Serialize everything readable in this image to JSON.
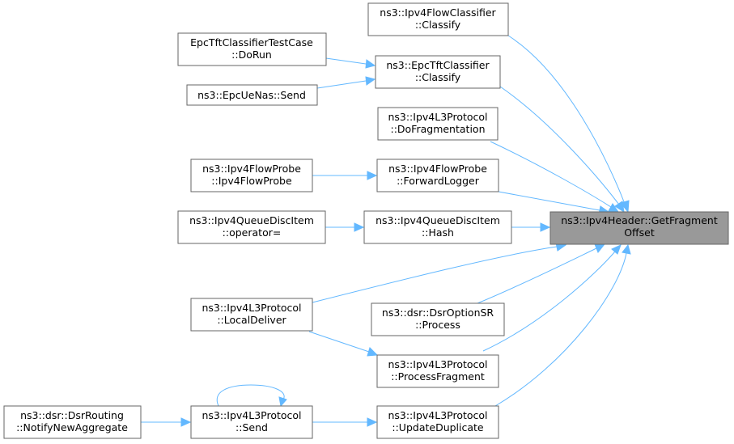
{
  "root": {
    "line1": "ns3::Ipv4Header::GetFragment",
    "line2": "Offset"
  },
  "nodes": [
    {
      "id": "ipv4flowclassifier_classify",
      "line1": "ns3::Ipv4FlowClassifier",
      "line2": "::Classify"
    },
    {
      "id": "epctftclassifiertestcase_dorun",
      "line1": "EpcTftClassifierTestCase",
      "line2": "::DoRun"
    },
    {
      "id": "epctftclassifier_classify",
      "line1": "ns3::EpcTftClassifier",
      "line2": "::Classify"
    },
    {
      "id": "epcuenas_send",
      "line1": "ns3::EpcUeNas::Send",
      "line2": ""
    },
    {
      "id": "ipv4l3protocol_dofragmentation",
      "line1": "ns3::Ipv4L3Protocol",
      "line2": "::DoFragmentation"
    },
    {
      "id": "ipv4flowprobe_ipv4flowprobe",
      "line1": "ns3::Ipv4FlowProbe",
      "line2": "::Ipv4FlowProbe"
    },
    {
      "id": "ipv4flowprobe_forwardlogger",
      "line1": "ns3::Ipv4FlowProbe",
      "line2": "::ForwardLogger"
    },
    {
      "id": "ipv4queuediscitem_operator",
      "line1": "ns3::Ipv4QueueDiscItem",
      "line2": "::operator="
    },
    {
      "id": "ipv4queuediscitem_hash",
      "line1": "ns3::Ipv4QueueDiscItem",
      "line2": "::Hash"
    },
    {
      "id": "ipv4l3protocol_localdeliver",
      "line1": "ns3::Ipv4L3Protocol",
      "line2": "::LocalDeliver"
    },
    {
      "id": "dsroptionsr_process",
      "line1": "ns3::dsr::DsrOptionSR",
      "line2": "::Process"
    },
    {
      "id": "ipv4l3protocol_processfragment",
      "line1": "ns3::Ipv4L3Protocol",
      "line2": "::ProcessFragment"
    },
    {
      "id": "dsrrouting_notifynewaggregate",
      "line1": "ns3::dsr::DsrRouting",
      "line2": "::NotifyNewAggregate"
    },
    {
      "id": "ipv4l3protocol_send",
      "line1": "ns3::Ipv4L3Protocol",
      "line2": "::Send"
    },
    {
      "id": "ipv4l3protocol_updateduplicate",
      "line1": "ns3::Ipv4L3Protocol",
      "line2": "::UpdateDuplicate"
    }
  ],
  "colors": {
    "edge": "#63b8ff",
    "node_border": "#666666",
    "root_fill": "#999999",
    "node_fill": "#ffffff"
  }
}
